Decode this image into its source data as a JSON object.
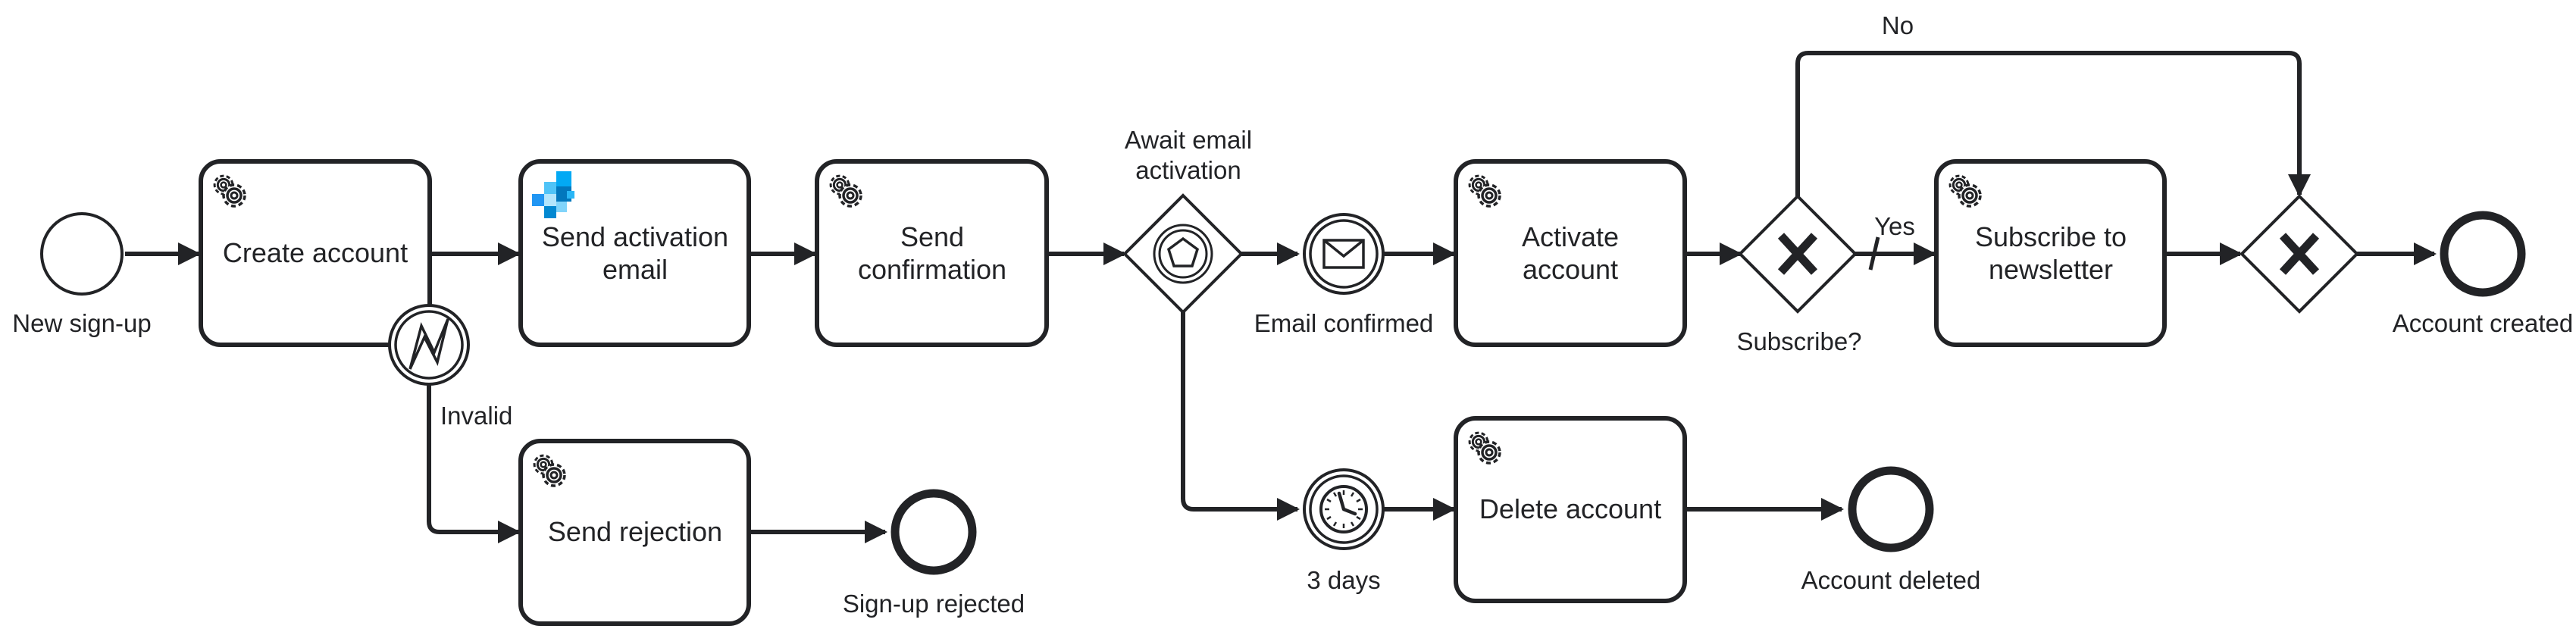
{
  "events": {
    "start": "New sign-up",
    "email_confirmed": "Email confirmed",
    "timer": "3 days",
    "end_created": "Account created",
    "end_deleted": "Account deleted",
    "end_rejected": "Sign-up rejected",
    "error_boundary": "Invalid"
  },
  "tasks": {
    "create_account": [
      "Create account"
    ],
    "send_activation": [
      "Send activation",
      "email"
    ],
    "send_confirmation": [
      "Send",
      "confirmation"
    ],
    "activate_account": [
      "Activate",
      "account"
    ],
    "subscribe_newsletter": [
      "Subscribe to",
      "newsletter"
    ],
    "delete_account": [
      "Delete account"
    ],
    "send_rejection": [
      "Send rejection"
    ]
  },
  "gateways": {
    "event_gateway": [
      "Await email",
      "activation"
    ],
    "subscribe": "Subscribe?"
  },
  "flows": {
    "yes": "Yes",
    "no": "No"
  }
}
